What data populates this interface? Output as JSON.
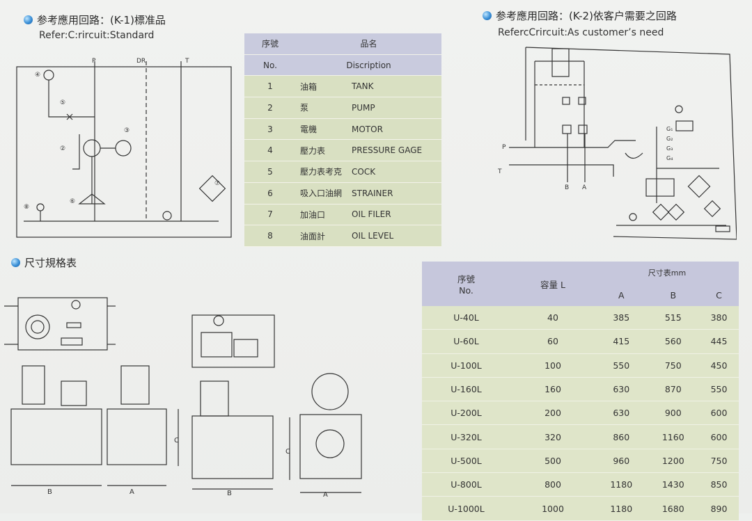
{
  "k1": {
    "title": "参考應用回路：(K-1)標准品",
    "subtitle": "Refer:C:rircuit:Standard",
    "labels": {
      "p": "P",
      "dr": "DR",
      "t": "T"
    },
    "callouts": {
      "c2": "②",
      "c3": "③",
      "c4": "④",
      "c5": "⑤",
      "c6": "⑥",
      "c7": "⑦",
      "c8": "⑧"
    }
  },
  "k2": {
    "title": "参考應用回路：(K-2)依客户需要之回路",
    "subtitle": "RefercCrircuit:As customer’s need",
    "labels": {
      "p": "P",
      "t": "T",
      "b": "B",
      "a": "A",
      "g1": "G₁",
      "g2": "G₂",
      "g3": "G₃",
      "g4": "G₄"
    }
  },
  "size": {
    "title": "尺寸規格表",
    "dims": {
      "a": "A",
      "b": "B",
      "c": "C"
    }
  },
  "parts": {
    "header": {
      "no_zh": "序號",
      "no_en": "No.",
      "name_zh": "品名",
      "name_en": "Discription"
    },
    "rows": [
      {
        "no": "1",
        "zh": "油箱",
        "en": "TANK"
      },
      {
        "no": "2",
        "zh": "泵",
        "en": "PUMP"
      },
      {
        "no": "3",
        "zh": "電機",
        "en": "MOTOR"
      },
      {
        "no": "4",
        "zh": "壓力表",
        "en": "PRESSURE GAGE"
      },
      {
        "no": "5",
        "zh": "壓力表考克",
        "en": "COCK"
      },
      {
        "no": "6",
        "zh": "吸入口油網",
        "en": "STRAINER"
      },
      {
        "no": "7",
        "zh": "加油口",
        "en": "OIL FILER"
      },
      {
        "no": "8",
        "zh": "油面計",
        "en": "OIL LEVEL"
      }
    ]
  },
  "sizes": {
    "header": {
      "no_zh": "序號",
      "no_en": "No.",
      "capacity": "容量 L",
      "dims": "尺寸表mm",
      "a": "A",
      "b": "B",
      "c": "C"
    },
    "rows": [
      {
        "model": "U-40L",
        "capacity": "40",
        "a": "385",
        "b": "515",
        "c": "380"
      },
      {
        "model": "U-60L",
        "capacity": "60",
        "a": "415",
        "b": "560",
        "c": "445"
      },
      {
        "model": "U-100L",
        "capacity": "100",
        "a": "550",
        "b": "750",
        "c": "450"
      },
      {
        "model": "U-160L",
        "capacity": "160",
        "a": "630",
        "b": "870",
        "c": "550"
      },
      {
        "model": "U-200L",
        "capacity": "200",
        "a": "630",
        "b": "900",
        "c": "600"
      },
      {
        "model": "U-320L",
        "capacity": "320",
        "a": "860",
        "b": "1160",
        "c": "600"
      },
      {
        "model": "U-500L",
        "capacity": "500",
        "a": "960",
        "b": "1200",
        "c": "750"
      },
      {
        "model": "U-800L",
        "capacity": "800",
        "a": "1180",
        "b": "1430",
        "c": "850"
      },
      {
        "model": "U-1000L",
        "capacity": "1000",
        "a": "1180",
        "b": "1680",
        "c": "890"
      }
    ]
  }
}
